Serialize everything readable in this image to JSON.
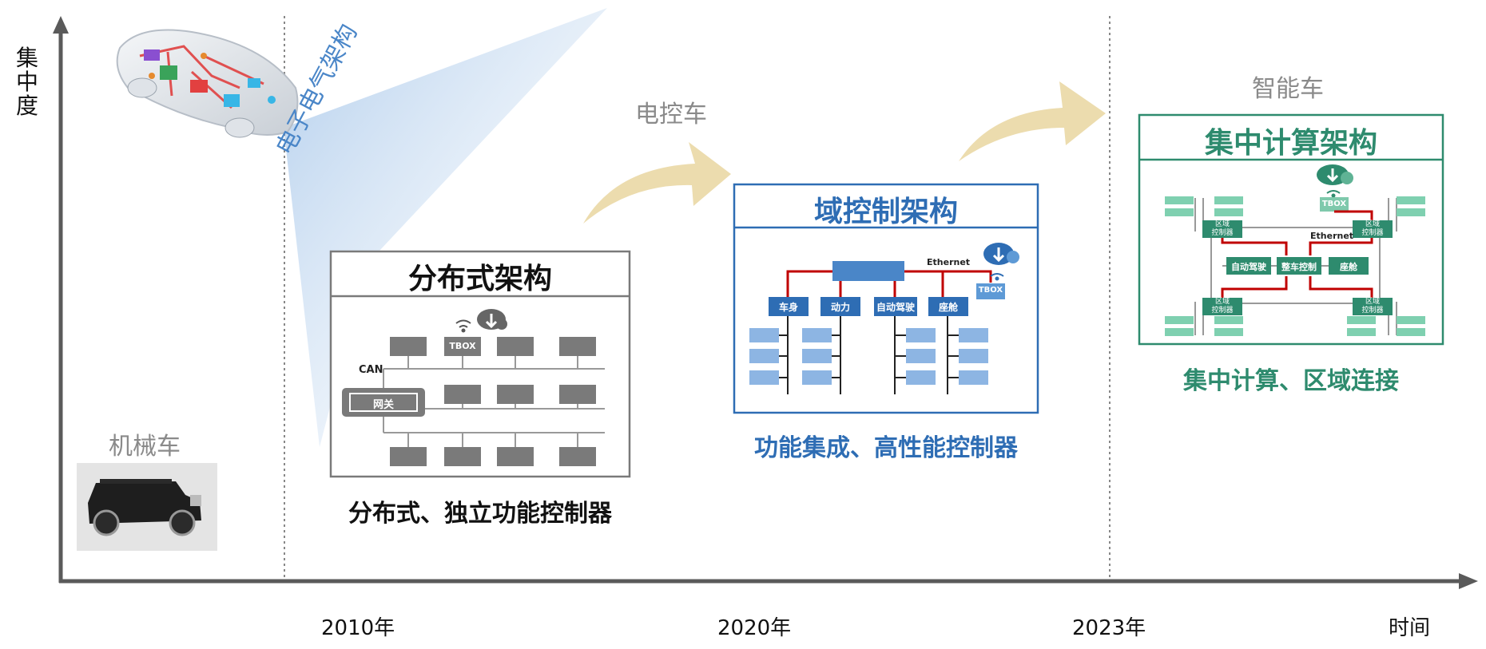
{
  "axes": {
    "y_label_chars": [
      "集",
      "中",
      "度"
    ],
    "x_label": "时间",
    "years": [
      "2010年",
      "2020年",
      "2023年"
    ]
  },
  "band_label": "电子电气架构",
  "eras": {
    "mechanical": "机械车",
    "electronic": "电控车",
    "intelligent": "智能车"
  },
  "distributed": {
    "title": "分布式架构",
    "caption": "分布式、独立功能控制器",
    "can_label": "CAN",
    "gateway_label": "网关",
    "tbox_label": "TBOX"
  },
  "domain": {
    "title": "域控制架构",
    "caption": "功能集成、高性能控制器",
    "ethernet_label": "Ethernet",
    "tbox_label": "TBOX",
    "domains": [
      "车身",
      "动力",
      "自动驾驶",
      "座舱"
    ]
  },
  "central": {
    "title": "集中计算架构",
    "caption": "集中计算、区域连接",
    "ethernet_label": "Ethernet",
    "tbox_label": "TBOX",
    "zone_label": [
      "区域",
      "控制器"
    ],
    "center_nodes": [
      "自动驾驶",
      "整车控制",
      "座舱"
    ]
  },
  "colors": {
    "axis": "#5a5a5a",
    "blue": "#2e6db4",
    "teal": "#2e8b6e",
    "gray_box": "#7a7a7a",
    "arrow": "#ecdcae",
    "red_line": "#c00000"
  }
}
